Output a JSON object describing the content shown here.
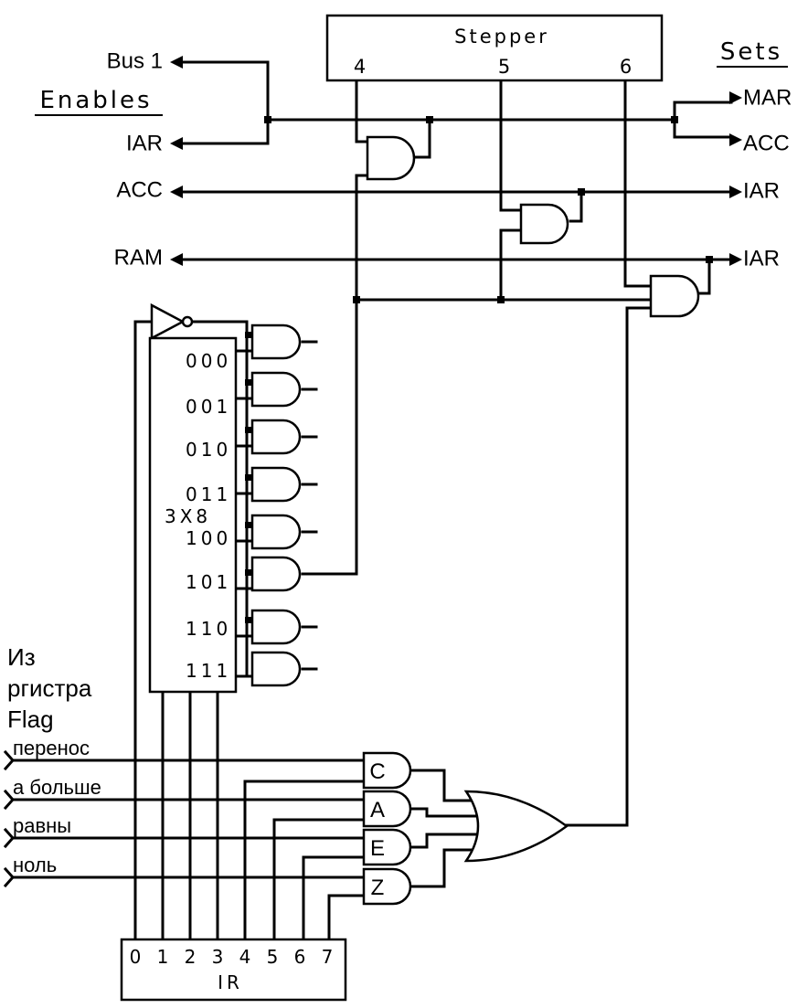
{
  "stepper": {
    "title": "Stepper",
    "steps": [
      "4",
      "5",
      "6"
    ]
  },
  "enables_header": "Enables",
  "sets_header": "Sets",
  "enables": {
    "bus1": "Bus 1",
    "iar": "IAR",
    "acc": "ACC",
    "ram": "RAM"
  },
  "sets": {
    "mar": "MAR",
    "acc": "ACC",
    "iar1": "IAR",
    "iar2": "IAR"
  },
  "decoder": {
    "name": "3X8",
    "outputs": [
      "000",
      "001",
      "010",
      "011",
      "100",
      "101",
      "110",
      "111"
    ]
  },
  "flag_register": {
    "title_lines": [
      "Из",
      "ргистра",
      "Flag"
    ],
    "inputs": [
      "перенос",
      "а больше",
      "равны",
      "ноль"
    ]
  },
  "flag_gates": [
    "C",
    "A",
    "E",
    "Z"
  ],
  "ir": {
    "name": "IR",
    "bits": [
      "0",
      "1",
      "2",
      "3",
      "4",
      "5",
      "6",
      "7"
    ]
  }
}
